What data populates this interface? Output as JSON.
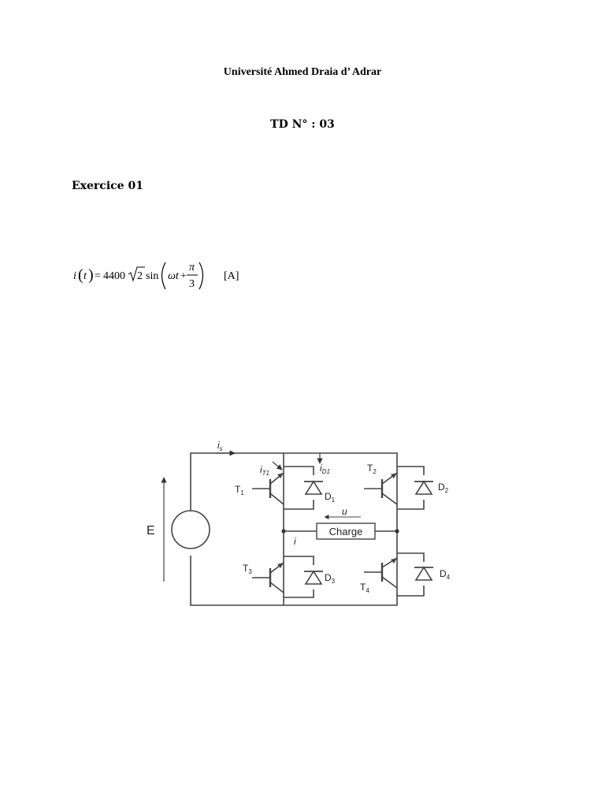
{
  "header": {
    "university": "Université Ahmed Draia d’ Adrar",
    "td_title": "TD N° :  03"
  },
  "exercise": {
    "title": "Exercice 01"
  },
  "formula": {
    "lhs_func": "i",
    "lhs_var": "t",
    "equals": "=",
    "coefficient": "4400",
    "sqrt_arg": "2",
    "func": "sin",
    "omega_t": "ωt",
    "plus": "+",
    "frac_num": "π",
    "frac_den": "3",
    "unit": "[A]"
  },
  "circuit": {
    "source": "E",
    "supply_current": "i",
    "supply_current_sub": "s",
    "t1": "T",
    "t1_sub": "1",
    "t2": "T",
    "t2_sub": "2",
    "t3": "T",
    "t3_sub": "3",
    "t4": "T",
    "t4_sub": "4",
    "d1": "D",
    "d1_sub": "1",
    "d2": "D",
    "d2_sub": "2",
    "d3": "D",
    "d3_sub": "3",
    "d4": "D",
    "d4_sub": "4",
    "it1": "i",
    "it1_sub": "T1",
    "id1": "i",
    "id1_sub": "D1",
    "voltage": "u",
    "load_current": "i",
    "load": "Charge"
  }
}
